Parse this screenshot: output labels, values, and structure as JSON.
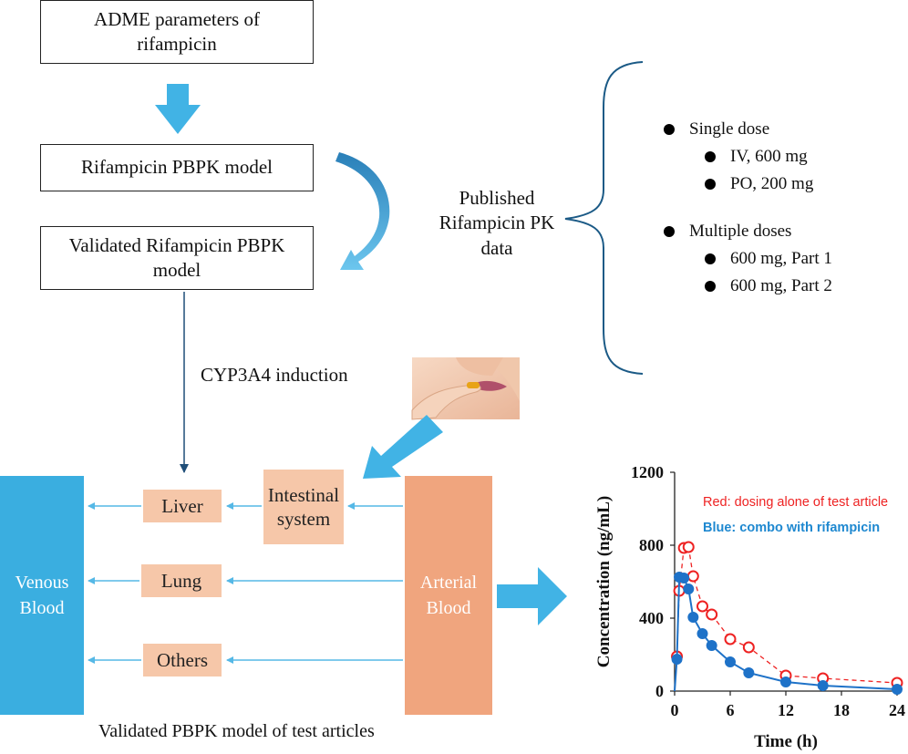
{
  "flow": {
    "adme_label": "ADME parameters of rifampicin",
    "pbpk_model_label": "Rifampicin PBPK model",
    "validated_label": "Validated Rifampicin PBPK model",
    "published_label": "Published Rifampicin PK data",
    "induction_label": "CYP3A4 induction"
  },
  "doses": {
    "single_label": "Single dose",
    "single_items": [
      "IV, 600 mg",
      "PO, 200 mg"
    ],
    "multiple_label": "Multiple doses",
    "multiple_items": [
      "600 mg, Part 1",
      "600 mg, Part 2"
    ]
  },
  "model": {
    "venous": "Venous Blood",
    "arterial": "Arterial Blood",
    "liver": "Liver",
    "lung": "Lung",
    "others": "Others",
    "intestinal": "Intestinal system",
    "caption": "Validated PBPK model of test articles"
  },
  "colors": {
    "venous": "#3aaee0",
    "arterial": "#f0a57e",
    "organ": "#f6c7a9",
    "arrow_blue": "#41b3e5",
    "red_series": "#ee2222",
    "blue_series": "#1e72c8"
  },
  "chart_data": {
    "type": "line",
    "xlabel": "Time (h)",
    "ylabel": "Concentration (ng/mL)",
    "xlim": [
      0,
      24
    ],
    "ylim": [
      0,
      1200
    ],
    "xticks": [
      0,
      6,
      12,
      18,
      24
    ],
    "yticks": [
      0,
      400,
      800,
      1200
    ],
    "annotations": [
      "Red: dosing alone of test article",
      "Blue: combo with rifampicin"
    ],
    "series": [
      {
        "name": "Red: dosing alone of test article",
        "color": "#ee2222",
        "style": "dashed-open-circles",
        "x": [
          0.25,
          0.5,
          1,
          1.5,
          2,
          3,
          4,
          6,
          8,
          12,
          16,
          24
        ],
        "y": [
          190,
          550,
          785,
          790,
          630,
          465,
          420,
          285,
          240,
          85,
          70,
          45
        ]
      },
      {
        "name": "Blue: combo with rifampicin",
        "color": "#1e72c8",
        "style": "solid-filled-circles",
        "x": [
          0.25,
          0.5,
          1,
          1.5,
          2,
          3,
          4,
          6,
          8,
          12,
          16,
          24
        ],
        "y": [
          175,
          625,
          620,
          560,
          405,
          315,
          250,
          160,
          100,
          50,
          30,
          10
        ]
      }
    ]
  }
}
